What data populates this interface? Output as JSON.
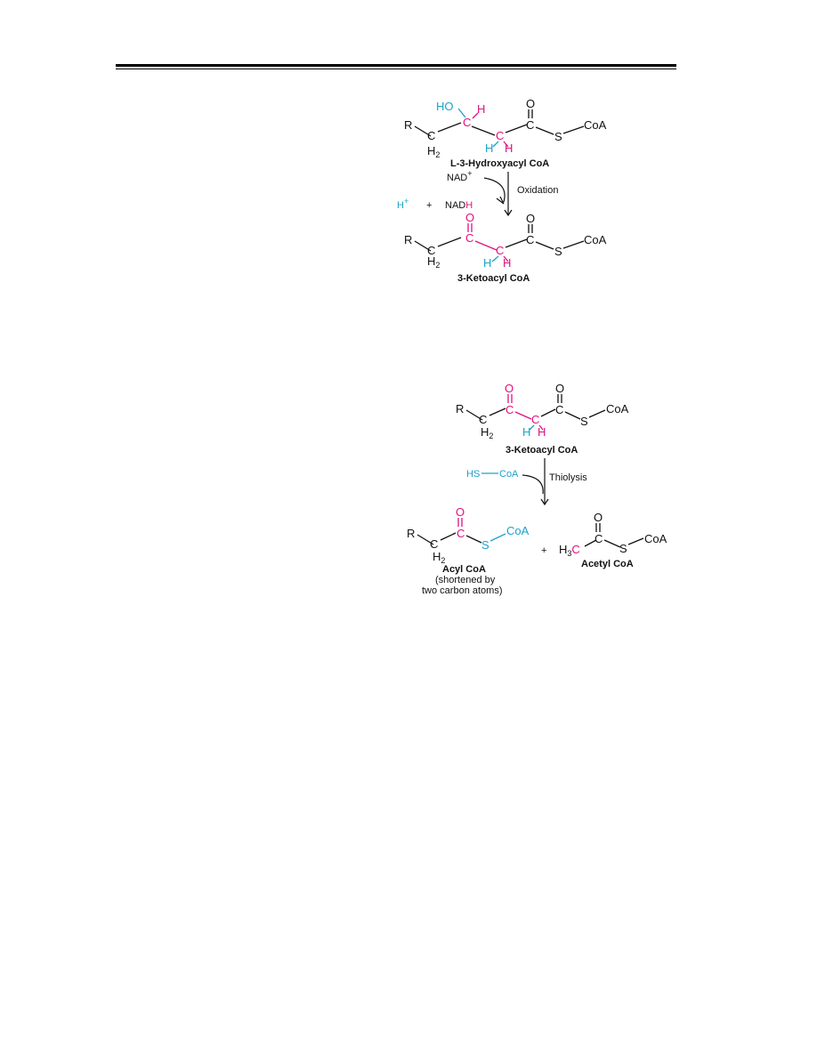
{
  "colors": {
    "magenta": "#e0117f",
    "cyan": "#1ba3c9",
    "black": "#111111"
  },
  "oxidation": {
    "reactant": {
      "name": "L-3-Hydroxyacyl CoA",
      "R": "R",
      "H2": "H",
      "H2_sub": "2",
      "HO": "HO",
      "C": "C",
      "H": "H",
      "O": "O",
      "S": "S",
      "CoA": "CoA"
    },
    "cofactor_in": "NAD",
    "cofactor_in_sup": "+",
    "cofactor_out_prefix": "NAD",
    "cofactor_out_H": "H",
    "proton": "H",
    "proton_sup": "+",
    "plus": "+",
    "step": "Oxidation",
    "product": {
      "name": "3-Ketoacyl CoA",
      "R": "R",
      "H2": "H",
      "H2_sub": "2",
      "C": "C",
      "H": "H",
      "O": "O",
      "S": "S",
      "CoA": "CoA"
    }
  },
  "thiolysis": {
    "reactant": {
      "name": "3-Ketoacyl CoA",
      "R": "R",
      "H2": "H",
      "H2_sub": "2",
      "C": "C",
      "H": "H",
      "O": "O",
      "S": "S",
      "CoA": "CoA"
    },
    "thiol_HS": "HS",
    "thiol_CoA": "CoA",
    "step": "Thiolysis",
    "acyl": {
      "R": "R",
      "H2": "H",
      "H2_sub": "2",
      "C": "C",
      "O": "O",
      "S": "S",
      "CoA": "CoA",
      "name": "Acyl CoA",
      "note_line1": "(shortened by",
      "note_line2": "two carbon atoms)"
    },
    "plus": "+",
    "acetyl": {
      "H3": "H",
      "H3_sub": "3",
      "C": "C",
      "O": "O",
      "S": "S",
      "CoA": "CoA",
      "name": "Acetyl CoA"
    }
  }
}
